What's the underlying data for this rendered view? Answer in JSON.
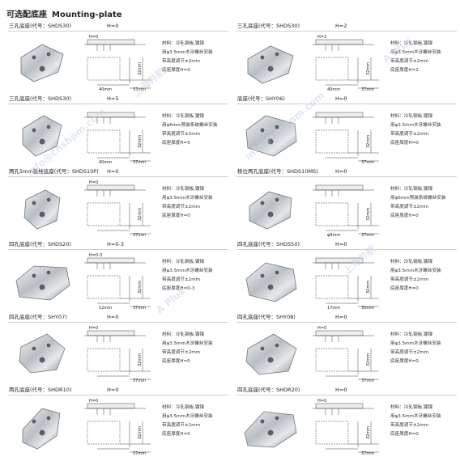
{
  "header": {
    "title_cn": "可选配底座",
    "title_en": "Mounting-plate"
  },
  "watermarks": [
    "info@cnshpm.com",
    "上海井航",
    "A Plus",
    "info@cnshpm.com",
    "上海井航",
    "A Plus"
  ],
  "plates": [
    {
      "name": "三孔底座(代号：SHDS30)",
      "h": "H=0",
      "specs": [
        "材料：冷轧钢板,镀镍",
        "用φ3.5mm木牙螺丝安装",
        "带高度调节±2mm",
        "底座厚度H=0"
      ],
      "dims": {
        "top": "H=0",
        "side": "32mm",
        "b1": "40mm",
        "b2": "37mm"
      }
    },
    {
      "name": "三孔底座(代号：SHDS30)",
      "h": "H=2",
      "specs": [
        "材料：冷轧钢板,镀镍",
        "用φ3.5mm木牙螺丝安装",
        "带高度调节±2mm",
        "底座厚度H=2"
      ],
      "dims": {
        "top": "H=2",
        "side": "32mm",
        "b1": "40mm",
        "b2": "37mm"
      }
    },
    {
      "name": "三孔底座(代号：SHDS30)",
      "h": "H=5",
      "specs": [
        "材料：冷轧钢板,镀镍",
        "用φ6mm预装系统螺丝安装",
        "带高度调节±2mm",
        "底座厚度H=5"
      ],
      "dims": {
        "top": "",
        "side": "32mm",
        "b1": "40mm",
        "b2": "37mm"
      }
    },
    {
      "name": "底座(代号：SHY06)",
      "h": "H=0",
      "specs": [
        "材料：冷轧钢板,镀镍",
        "用φ3.5mm木牙螺丝安装",
        "带高度调节±2mm",
        "底座厚度H=0"
      ],
      "dims": {
        "top": "",
        "side": "32mm",
        "b1": "",
        "b2": "37mm"
      }
    },
    {
      "name": "两孔5mm扳栓底座(代号：SHDS10P)",
      "h": "H=0",
      "specs": [
        "材料：冷轧钢板,镀镍",
        "用φ3.5mm木牙螺丝安装",
        "带高度调节±2mm",
        "底座厚度H=0"
      ],
      "dims": {
        "top": "H=0",
        "side": "32mm",
        "b1": "",
        "b2": "37mm"
      }
    },
    {
      "name": "移位两孔底座(代号：SHDS10MS)",
      "h": "H=0",
      "specs": [
        "材料：冷轧钢板,镀镍",
        "用φ6mm预装系统螺丝安装",
        "带高度调节±2mm",
        "底座厚度H=0"
      ],
      "dims": {
        "top": "",
        "side": "32mm",
        "b1": "φ8mm",
        "b2": "37mm"
      }
    },
    {
      "name": "四孔底座(代号：SHDS20)",
      "h": "H=0-3",
      "specs": [
        "材料：冷轧钢板,镀镍",
        "用φ3.5mm木牙螺丝安装",
        "带高度调节±2mm",
        "底座厚度H=0-3"
      ],
      "dims": {
        "top": "H=0-3",
        "side": "32mm",
        "b1": "12mm",
        "b2": "37mm"
      }
    },
    {
      "name": "四孔底座(代号：SHDS50)",
      "h": "H=0",
      "specs": [
        "材料：冷轧钢板,镀镍",
        "用φ3.5mm木牙螺丝安装",
        "带高度调节±2mm",
        "底座厚度H=0"
      ],
      "dims": {
        "top": "",
        "side": "32mm",
        "b1": "17mm",
        "b2": "30mm"
      }
    },
    {
      "name": "四孔底座(代号：SHY07)",
      "h": "H=0",
      "specs": [
        "材料：冷轧钢板,镀镍",
        "用φ3.5mm木牙螺丝安装",
        "带高度调节±2mm",
        "底座厚度H=0"
      ],
      "dims": {
        "top": "H=0",
        "side": "32mm",
        "b1": "",
        "b2": "37mm"
      }
    },
    {
      "name": "四孔底座(代号：SHY08)",
      "h": "H=0",
      "specs": [
        "材料：冷轧钢板,镀镍",
        "用φ3.5mm木牙螺丝安装",
        "带高度调节±2mm",
        "底座厚度H=0"
      ],
      "dims": {
        "top": "H=0",
        "side": "32mm",
        "b1": "",
        "b2": "37mm"
      }
    },
    {
      "name": "两孔底座(代号：SHDR10)",
      "h": "H=0",
      "specs": [
        "材料：冷轧钢板,镀镍",
        "用φ3.5mm木牙螺丝安装",
        "带高度调节±2mm",
        "底座厚度H=0"
      ],
      "dims": {
        "top": "H=0",
        "side": "32mm",
        "b1": "",
        "b2": "37mm"
      }
    },
    {
      "name": "四孔底座(代号：SHDR20)",
      "h": "H=0",
      "specs": [
        "材料：冷轧钢板,镀镍",
        "用φ3.5mm木牙螺丝安装",
        "带高度调节±2mm",
        "底座厚度H=0"
      ],
      "dims": {
        "top": "H=0",
        "side": "32mm",
        "b1": "",
        "b2": "37mm"
      }
    }
  ]
}
